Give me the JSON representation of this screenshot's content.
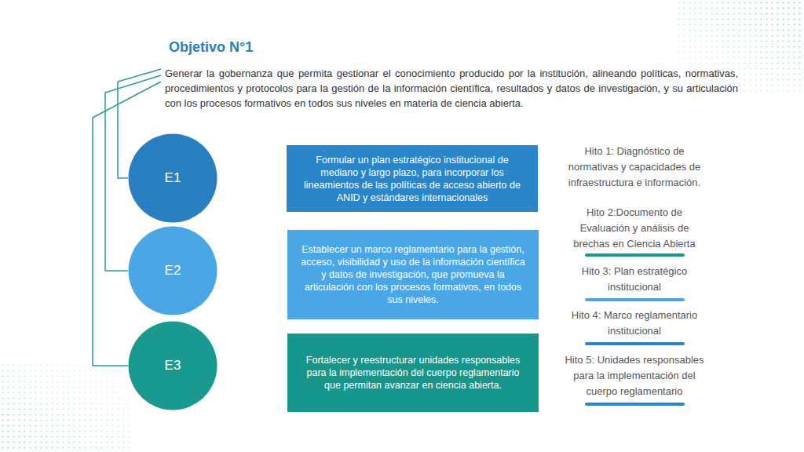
{
  "diagram": {
    "title": "Objetivo N°1",
    "nodes": [
      {
        "text": [
          "E1"
        ]
      },
      {
        "text": [
          "Formular un plan estratégico institucional de mediano y largo plazo, para incorporar los lineamientos de las políticas de acceso abierto de ANID y estándares internacionales"
        ]
      },
      {
        "text": [
          "E2"
        ]
      },
      {
        "text": [
          "Establecer un marco reglamentario para la gestión, acceso, visibilidad y uso de la información científica y datos de investigación, que promueva la articulación con los procesos formativos, en todos sus niveles."
        ]
      },
      {
        "text": [
          "E3"
        ]
      },
      {
        "text": [
          "Fortalecer y reestructurar unidades responsables para la implementación del cuerpo reglamentario que permitan avanzar en ciencia abierta."
        ]
      }
    ],
    "labels": [
      "Generar la gobernanza que permita gestionar el conocimiento producido por la institución, alineando políticas, normativas, procedimientos y protocolos para la gestión de la información científica, resultados y datos de investigación, y su articulación con los procesos formativos en todos sus niveles en materia de ciencia abierta.",
      "Hito 1: Diagnóstico de normativas y capacidades de infraestructura e información.",
      "Hito 2:Documento de Evaluación y análisis de brechas en Ciencia Abierta",
      "Hito 3: Plan estratégico institucional",
      "Hito 4: Marco reglamentario institucional",
      "Hito 5: Unidades responsables para la implementación del cuerpo reglamentario"
    ]
  }
}
